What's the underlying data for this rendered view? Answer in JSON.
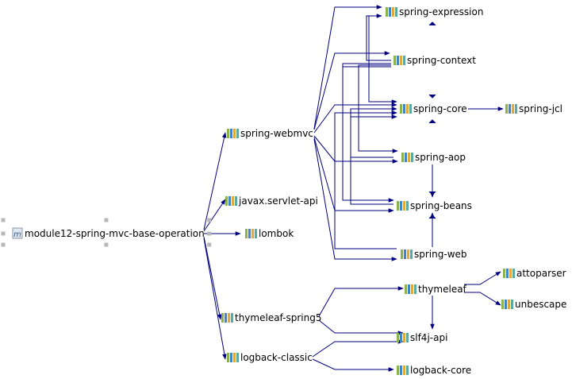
{
  "diagram": {
    "colors": {
      "edge": "#000080",
      "background": "#ffffff",
      "text": "#000000",
      "icon_bars": [
        "#8cb34a",
        "#3f86c8",
        "#e2a93a",
        "#5aa9a2"
      ]
    },
    "root": {
      "id": "root",
      "label": "module12-spring-mvc-base-operation",
      "icon": "maven-module-icon",
      "selected": true
    },
    "nodes": [
      {
        "id": "spring-expression",
        "label": "spring-expression",
        "icon": "library-jar-icon"
      },
      {
        "id": "spring-context",
        "label": "spring-context",
        "icon": "library-jar-icon"
      },
      {
        "id": "spring-core",
        "label": "spring-core",
        "icon": "library-jar-icon"
      },
      {
        "id": "spring-jcl",
        "label": "spring-jcl",
        "icon": "library-jar-icon"
      },
      {
        "id": "spring-webmvc",
        "label": "spring-webmvc",
        "icon": "library-jar-icon"
      },
      {
        "id": "spring-aop",
        "label": "spring-aop",
        "icon": "library-jar-icon"
      },
      {
        "id": "javax-servlet-api",
        "label": "javax.servlet-api",
        "icon": "library-jar-icon"
      },
      {
        "id": "spring-beans",
        "label": "spring-beans",
        "icon": "library-jar-icon"
      },
      {
        "id": "lombok",
        "label": "lombok",
        "icon": "library-jar-icon"
      },
      {
        "id": "spring-web",
        "label": "spring-web",
        "icon": "library-jar-icon"
      },
      {
        "id": "attoparser",
        "label": "attoparser",
        "icon": "library-jar-icon"
      },
      {
        "id": "thymeleaf",
        "label": "thymeleaf",
        "icon": "library-jar-icon"
      },
      {
        "id": "unbescape",
        "label": "unbescape",
        "icon": "library-jar-icon"
      },
      {
        "id": "thymeleaf-spring5",
        "label": "thymeleaf-spring5",
        "icon": "library-jar-icon"
      },
      {
        "id": "slf4j-api",
        "label": "slf4j-api",
        "icon": "library-jar-icon"
      },
      {
        "id": "logback-classic",
        "label": "logback-classic",
        "icon": "library-jar-icon"
      },
      {
        "id": "logback-core",
        "label": "logback-core",
        "icon": "library-jar-icon"
      }
    ],
    "edges": [
      {
        "from": "root",
        "to": "spring-webmvc"
      },
      {
        "from": "root",
        "to": "javax-servlet-api"
      },
      {
        "from": "root",
        "to": "lombok"
      },
      {
        "from": "root",
        "to": "thymeleaf-spring5"
      },
      {
        "from": "root",
        "to": "logback-classic"
      },
      {
        "from": "spring-webmvc",
        "to": "spring-expression"
      },
      {
        "from": "spring-webmvc",
        "to": "spring-context"
      },
      {
        "from": "spring-webmvc",
        "to": "spring-core"
      },
      {
        "from": "spring-webmvc",
        "to": "spring-aop"
      },
      {
        "from": "spring-webmvc",
        "to": "spring-beans"
      },
      {
        "from": "spring-webmvc",
        "to": "spring-web"
      },
      {
        "from": "spring-context",
        "to": "spring-expression"
      },
      {
        "from": "spring-context",
        "to": "spring-core"
      },
      {
        "from": "spring-context",
        "to": "spring-aop"
      },
      {
        "from": "spring-context",
        "to": "spring-beans"
      },
      {
        "from": "spring-expression",
        "to": "spring-core"
      },
      {
        "from": "spring-aop",
        "to": "spring-core"
      },
      {
        "from": "spring-aop",
        "to": "spring-beans"
      },
      {
        "from": "spring-beans",
        "to": "spring-core"
      },
      {
        "from": "spring-web",
        "to": "spring-core"
      },
      {
        "from": "spring-web",
        "to": "spring-beans"
      },
      {
        "from": "spring-core",
        "to": "spring-jcl"
      },
      {
        "from": "thymeleaf-spring5",
        "to": "thymeleaf"
      },
      {
        "from": "thymeleaf-spring5",
        "to": "slf4j-api"
      },
      {
        "from": "thymeleaf",
        "to": "attoparser"
      },
      {
        "from": "thymeleaf",
        "to": "unbescape"
      },
      {
        "from": "thymeleaf",
        "to": "slf4j-api"
      },
      {
        "from": "logback-classic",
        "to": "slf4j-api"
      },
      {
        "from": "logback-classic",
        "to": "logback-core"
      }
    ]
  }
}
